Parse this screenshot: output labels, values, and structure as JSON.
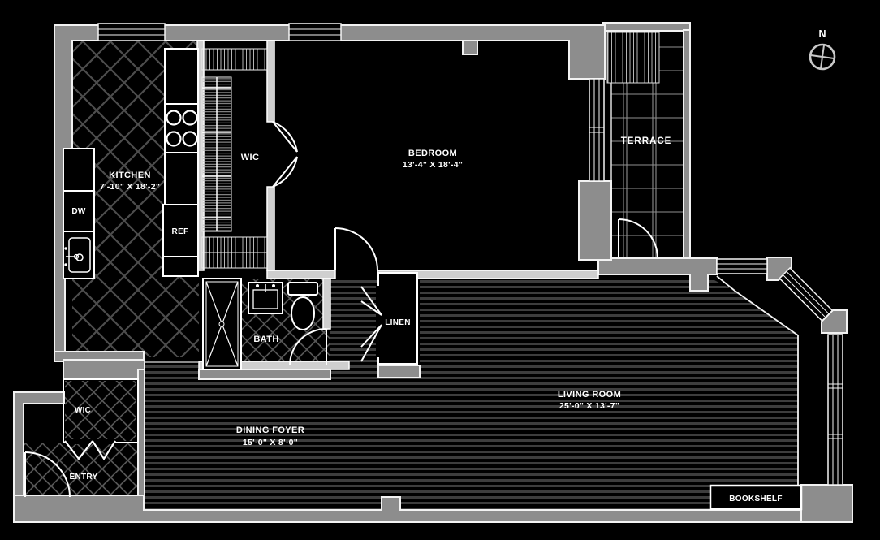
{
  "plan": {
    "title": "apartment-floor-plan",
    "colors": {
      "background": "#000000",
      "wall": "#8d8d8d",
      "outline": "#ffffff",
      "floor_line": "#3d3d3d"
    },
    "compass": {
      "north_label": "N"
    },
    "rooms": {
      "kitchen": {
        "name": "KITCHEN",
        "dims": "7'-10\" X 18'-2\""
      },
      "wic_upper": {
        "name": "WIC"
      },
      "bedroom": {
        "name": "BEDROOM",
        "dims": "13'-4\" X 18'-4\""
      },
      "terrace": {
        "name": "TERRACE"
      },
      "bath": {
        "name": "BATH"
      },
      "linen": {
        "name": "LINEN"
      },
      "living_room": {
        "name": "LIVING ROOM",
        "dims": "25'-0\" X 13'-7\""
      },
      "dining_foyer": {
        "name": "DINING FOYER",
        "dims": "15'-0\" X 8'-0\""
      },
      "wic_lower": {
        "name": "WIC"
      },
      "entry": {
        "name": "ENTRY"
      }
    },
    "fixtures": {
      "dishwasher": {
        "label": "DW"
      },
      "refrigerator": {
        "label": "REF"
      },
      "bookshelf": {
        "label": "BOOKSHELF"
      }
    }
  }
}
